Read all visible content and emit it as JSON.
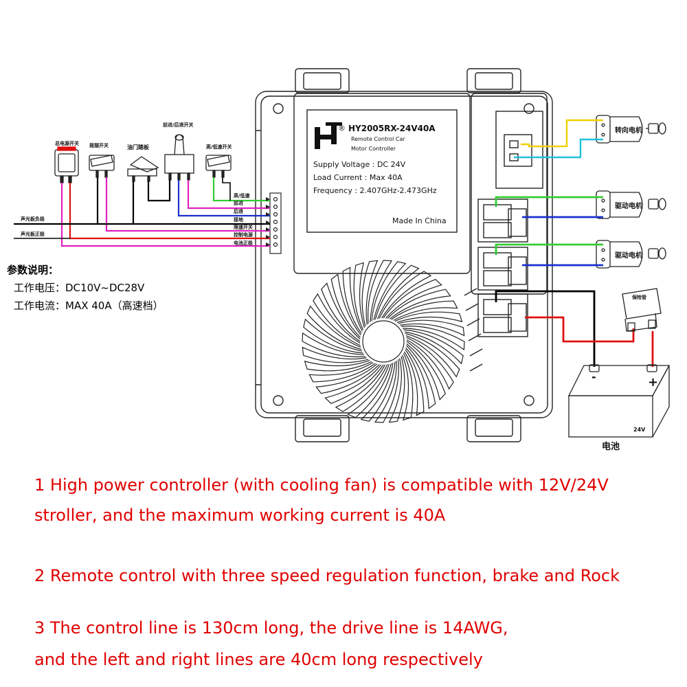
{
  "controller": {
    "model": "HY2005RX-24V40A",
    "subtitle_line1": "Remote Control Car",
    "subtitle_line2": "Motor Controller",
    "supply_voltage": "Supply Voltage : DC 24V",
    "load_current": "Load Current : Max 40A",
    "frequency": "Frequency : 2.407GHz-2.473GHz",
    "made_in": "Made In China",
    "registered_mark": "®"
  },
  "switches": {
    "main_power": "总电源开关",
    "rock": "摇摆开关",
    "throttle": "油门踏板",
    "fwd_rev": "前进/后退开关",
    "high_low": "高/低速开关"
  },
  "wire_labels": {
    "w1": "高/低速",
    "w2": "前进",
    "w3": "后退",
    "w4": "接地",
    "w5": "限速开关",
    "w6": "控制电源",
    "w7": "电池正极"
  },
  "sound_board": {
    "negative": "声光板负极",
    "positive": "声光板正极"
  },
  "motors": {
    "steering": "转向电机",
    "drive1": "驱动电机",
    "drive2": "驱动电机"
  },
  "fuse": "保险管",
  "battery": {
    "label": "电池",
    "voltage": "24V",
    "minus": "-",
    "plus": "+"
  },
  "params": {
    "title": "参数说明：",
    "voltage": "工作电压：DC10V~DC28V",
    "current": "工作电流：MAX 40A（高速档）"
  },
  "notes": {
    "n1a": "1 High power controller (with cooling fan) is compatible with 12V/24V",
    "n1b": "stroller, and the maximum working current is 40A",
    "n2": "2 Remote control with three speed regulation function, brake and Rock",
    "n3a": "3 The control line is 130cm long, the drive line is 14AWG,",
    "n3b": "and the left and right lines are 40cm long respectively"
  },
  "colors": {
    "yellow": "#f0d000",
    "cyan": "#20c0d8",
    "green": "#33cc33",
    "blue": "#1a2fd0",
    "red": "#e01010",
    "magenta": "#e020c0",
    "black": "#000000",
    "note_red": "#e00000"
  }
}
